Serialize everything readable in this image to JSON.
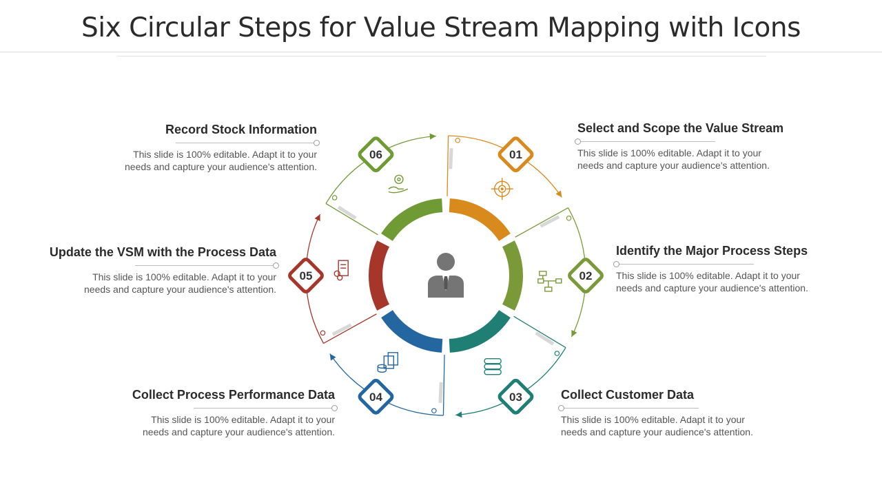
{
  "title": "Six Circular Steps for Value Stream Mapping with Icons",
  "center_icon": "user-business-icon",
  "steps": [
    {
      "number": "01",
      "heading": "Select and Scope the Value Stream",
      "body": "This slide is 100% editable. Adapt it to your needs and capture your audience's attention.",
      "color": "#d98a1c",
      "icon": "target-icon"
    },
    {
      "number": "02",
      "heading": "Identify the Major Process Steps",
      "body": "This slide is 100% editable. Adapt it to your needs and capture your audience's attention.",
      "color": "#7a9a3a",
      "icon": "flowchart-icon"
    },
    {
      "number": "03",
      "heading": "Collect Customer Data",
      "body": "This slide is 100% editable. Adapt it to your needs and capture your audience's attention.",
      "color": "#1f7f74",
      "icon": "database-icon"
    },
    {
      "number": "04",
      "heading": "Collect Process Performance Data",
      "body": "This slide is 100% editable. Adapt it to your needs and capture your audience's attention.",
      "color": "#2467a0",
      "icon": "data-documents-icon"
    },
    {
      "number": "05",
      "heading": "Update the VSM with the Process Data",
      "body": "This slide is 100% editable. Adapt it to your needs and capture your audience's attention.",
      "color": "#a6362a",
      "icon": "report-gears-icon"
    },
    {
      "number": "06",
      "heading": "Record Stock Information",
      "body": "This slide is 100% editable. Adapt it to your needs and capture your audience's attention.",
      "color": "#6f9a34",
      "icon": "hand-gear-icon"
    }
  ]
}
